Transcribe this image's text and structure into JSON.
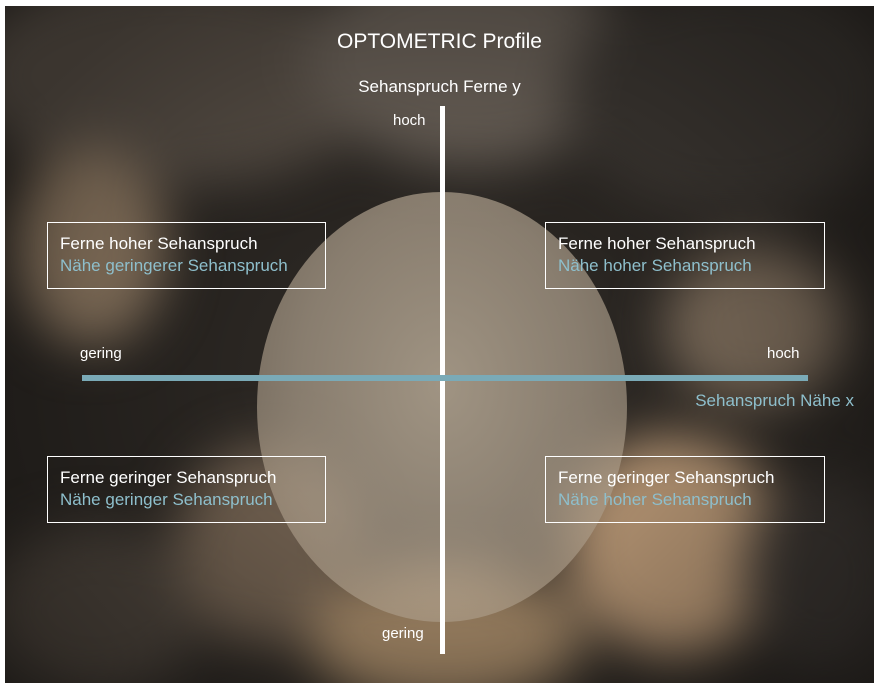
{
  "title": "OPTOMETRIC Profile",
  "y_axis": {
    "label": "Sehanspruch Ferne y",
    "high": "hoch",
    "low": "gering"
  },
  "x_axis": {
    "label": "Sehanspruch Nähe x",
    "high": "hoch",
    "low": "gering"
  },
  "quadrants": {
    "top_left": {
      "far": "Ferne hoher Sehanspruch",
      "near": "Nähe geringerer Sehanspruch"
    },
    "top_right": {
      "far": "Ferne hoher Sehanspruch",
      "near": "Nähe hoher Sehanspruch"
    },
    "bottom_left": {
      "far": "Ferne geringer Sehanspruch",
      "near": "Nähe geringer Sehanspruch"
    },
    "bottom_right": {
      "far": "Ferne geringer Sehanspruch",
      "near": "Nähe hoher Sehanspruch"
    }
  },
  "colors": {
    "axis_x": "#7aaab7",
    "near_text": "#8ebfcc",
    "far_text": "#ffffff",
    "axis_y": "#ffffff"
  }
}
